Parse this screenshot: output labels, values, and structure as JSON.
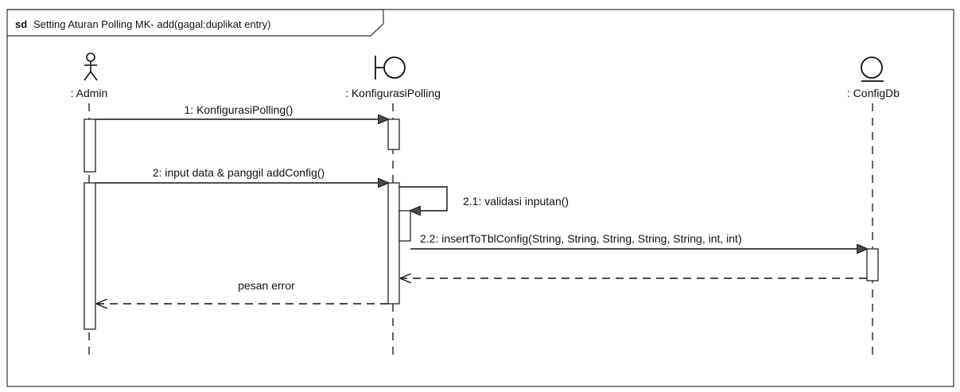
{
  "frame": {
    "keyword": "sd",
    "title": "Setting Aturan Polling MK- add(gagal:duplikat entry)"
  },
  "lifelines": [
    {
      "id": "admin",
      "kind": "actor",
      "label": ": Admin"
    },
    {
      "id": "konfig",
      "kind": "boundary",
      "label": ": KonfigurasiPolling"
    },
    {
      "id": "configdb",
      "kind": "entity",
      "label": ": ConfigDb"
    }
  ],
  "messages": [
    {
      "label": "1: KonfigurasiPolling()",
      "from": "admin",
      "to": "konfig",
      "style": "sync"
    },
    {
      "label": "2: input data & panggil addConfig()",
      "from": "admin",
      "to": "konfig",
      "style": "sync"
    },
    {
      "label": "2.1: validasi inputan()",
      "from": "konfig",
      "to": "konfig",
      "style": "self"
    },
    {
      "label": "2.2: insertToTblConfig(String, String, String, String, String, int, int)",
      "from": "konfig",
      "to": "configdb",
      "style": "sync"
    },
    {
      "label": "",
      "from": "configdb",
      "to": "konfig",
      "style": "return"
    },
    {
      "label": "pesan error",
      "from": "konfig",
      "to": "admin",
      "style": "return"
    }
  ]
}
